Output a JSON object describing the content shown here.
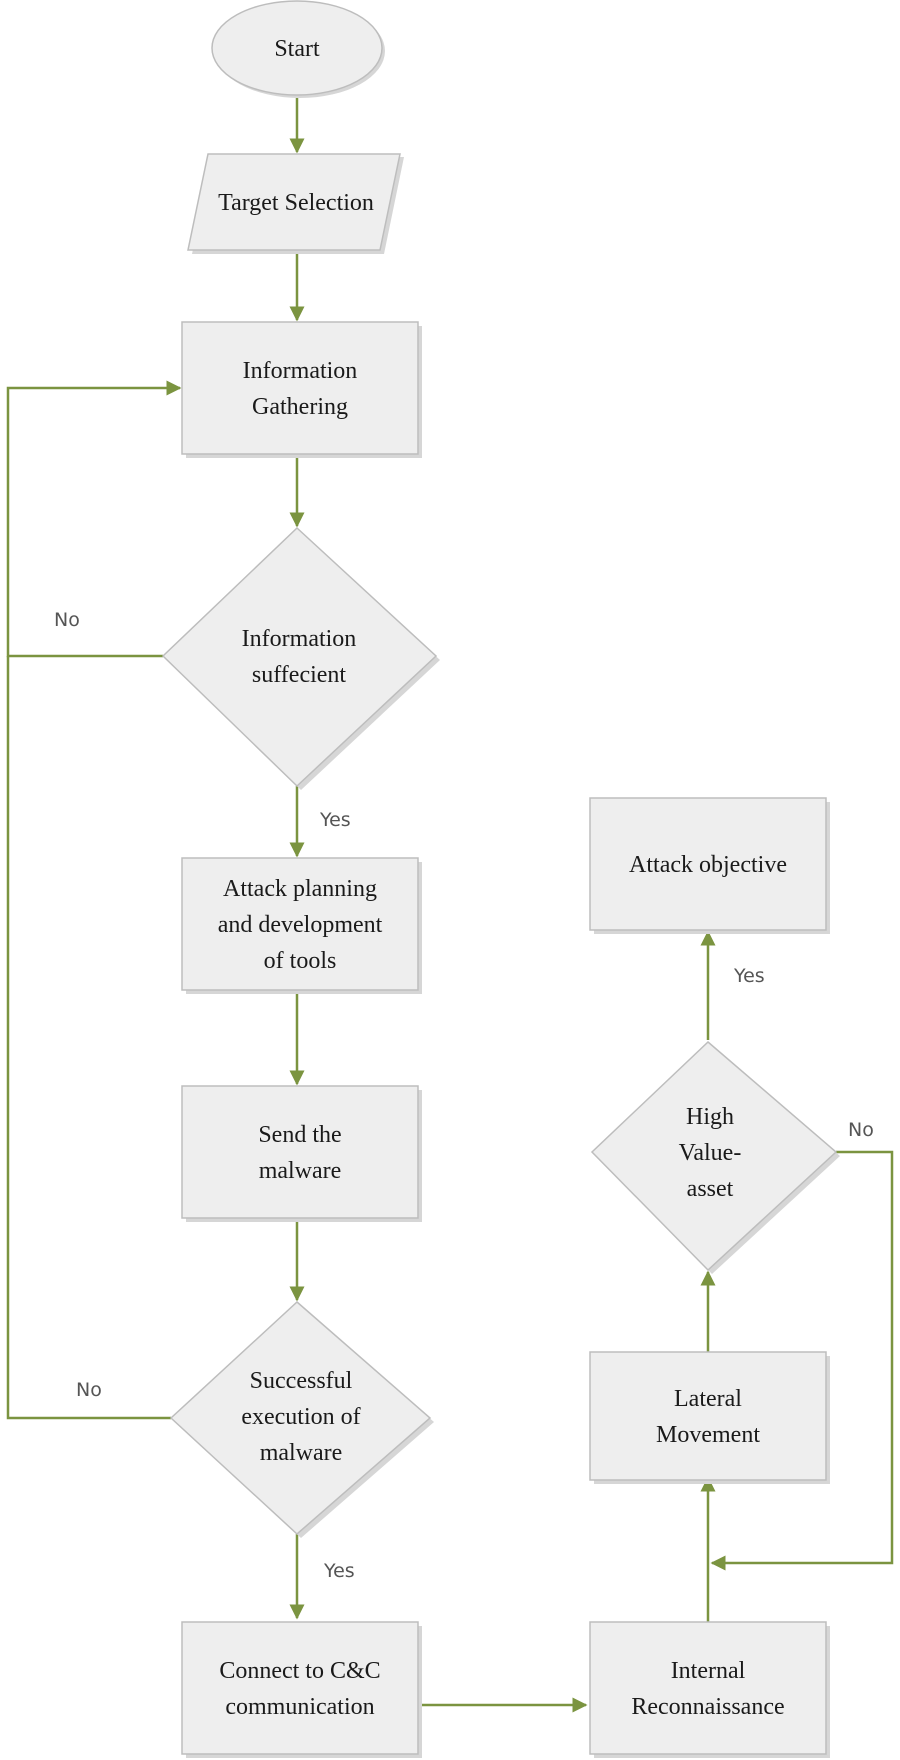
{
  "colors": {
    "node_fill": "#eeeeee",
    "node_border": "#bdbdbd",
    "connector": "#7b9440",
    "text": "#1a1a1a",
    "edge_label": "#555555"
  },
  "nodes": {
    "start": [
      "Start"
    ],
    "target_selection": [
      "Target Selection"
    ],
    "information_gathering": [
      "Information",
      "Gathering"
    ],
    "information_sufficient": [
      "Information",
      "suffecient"
    ],
    "attack_planning": [
      "Attack planning",
      "and development",
      "of tools"
    ],
    "send_malware": [
      "Send the",
      "malware"
    ],
    "successful_execution": [
      "Successful",
      "execution of",
      "malware"
    ],
    "connect_cc": [
      "Connect to C&C",
      "communication"
    ],
    "internal_recon": [
      "Internal",
      "Reconnaissance"
    ],
    "lateral_movement": [
      "Lateral",
      "Movement"
    ],
    "high_value_asset": [
      "High",
      "Value-",
      "asset"
    ],
    "attack_objective": [
      "Attack objective"
    ]
  },
  "edge_labels": {
    "info_no": "No",
    "info_yes": "Yes",
    "exec_no": "No",
    "exec_yes": "Yes",
    "hva_yes": "Yes",
    "hva_no": "No"
  }
}
